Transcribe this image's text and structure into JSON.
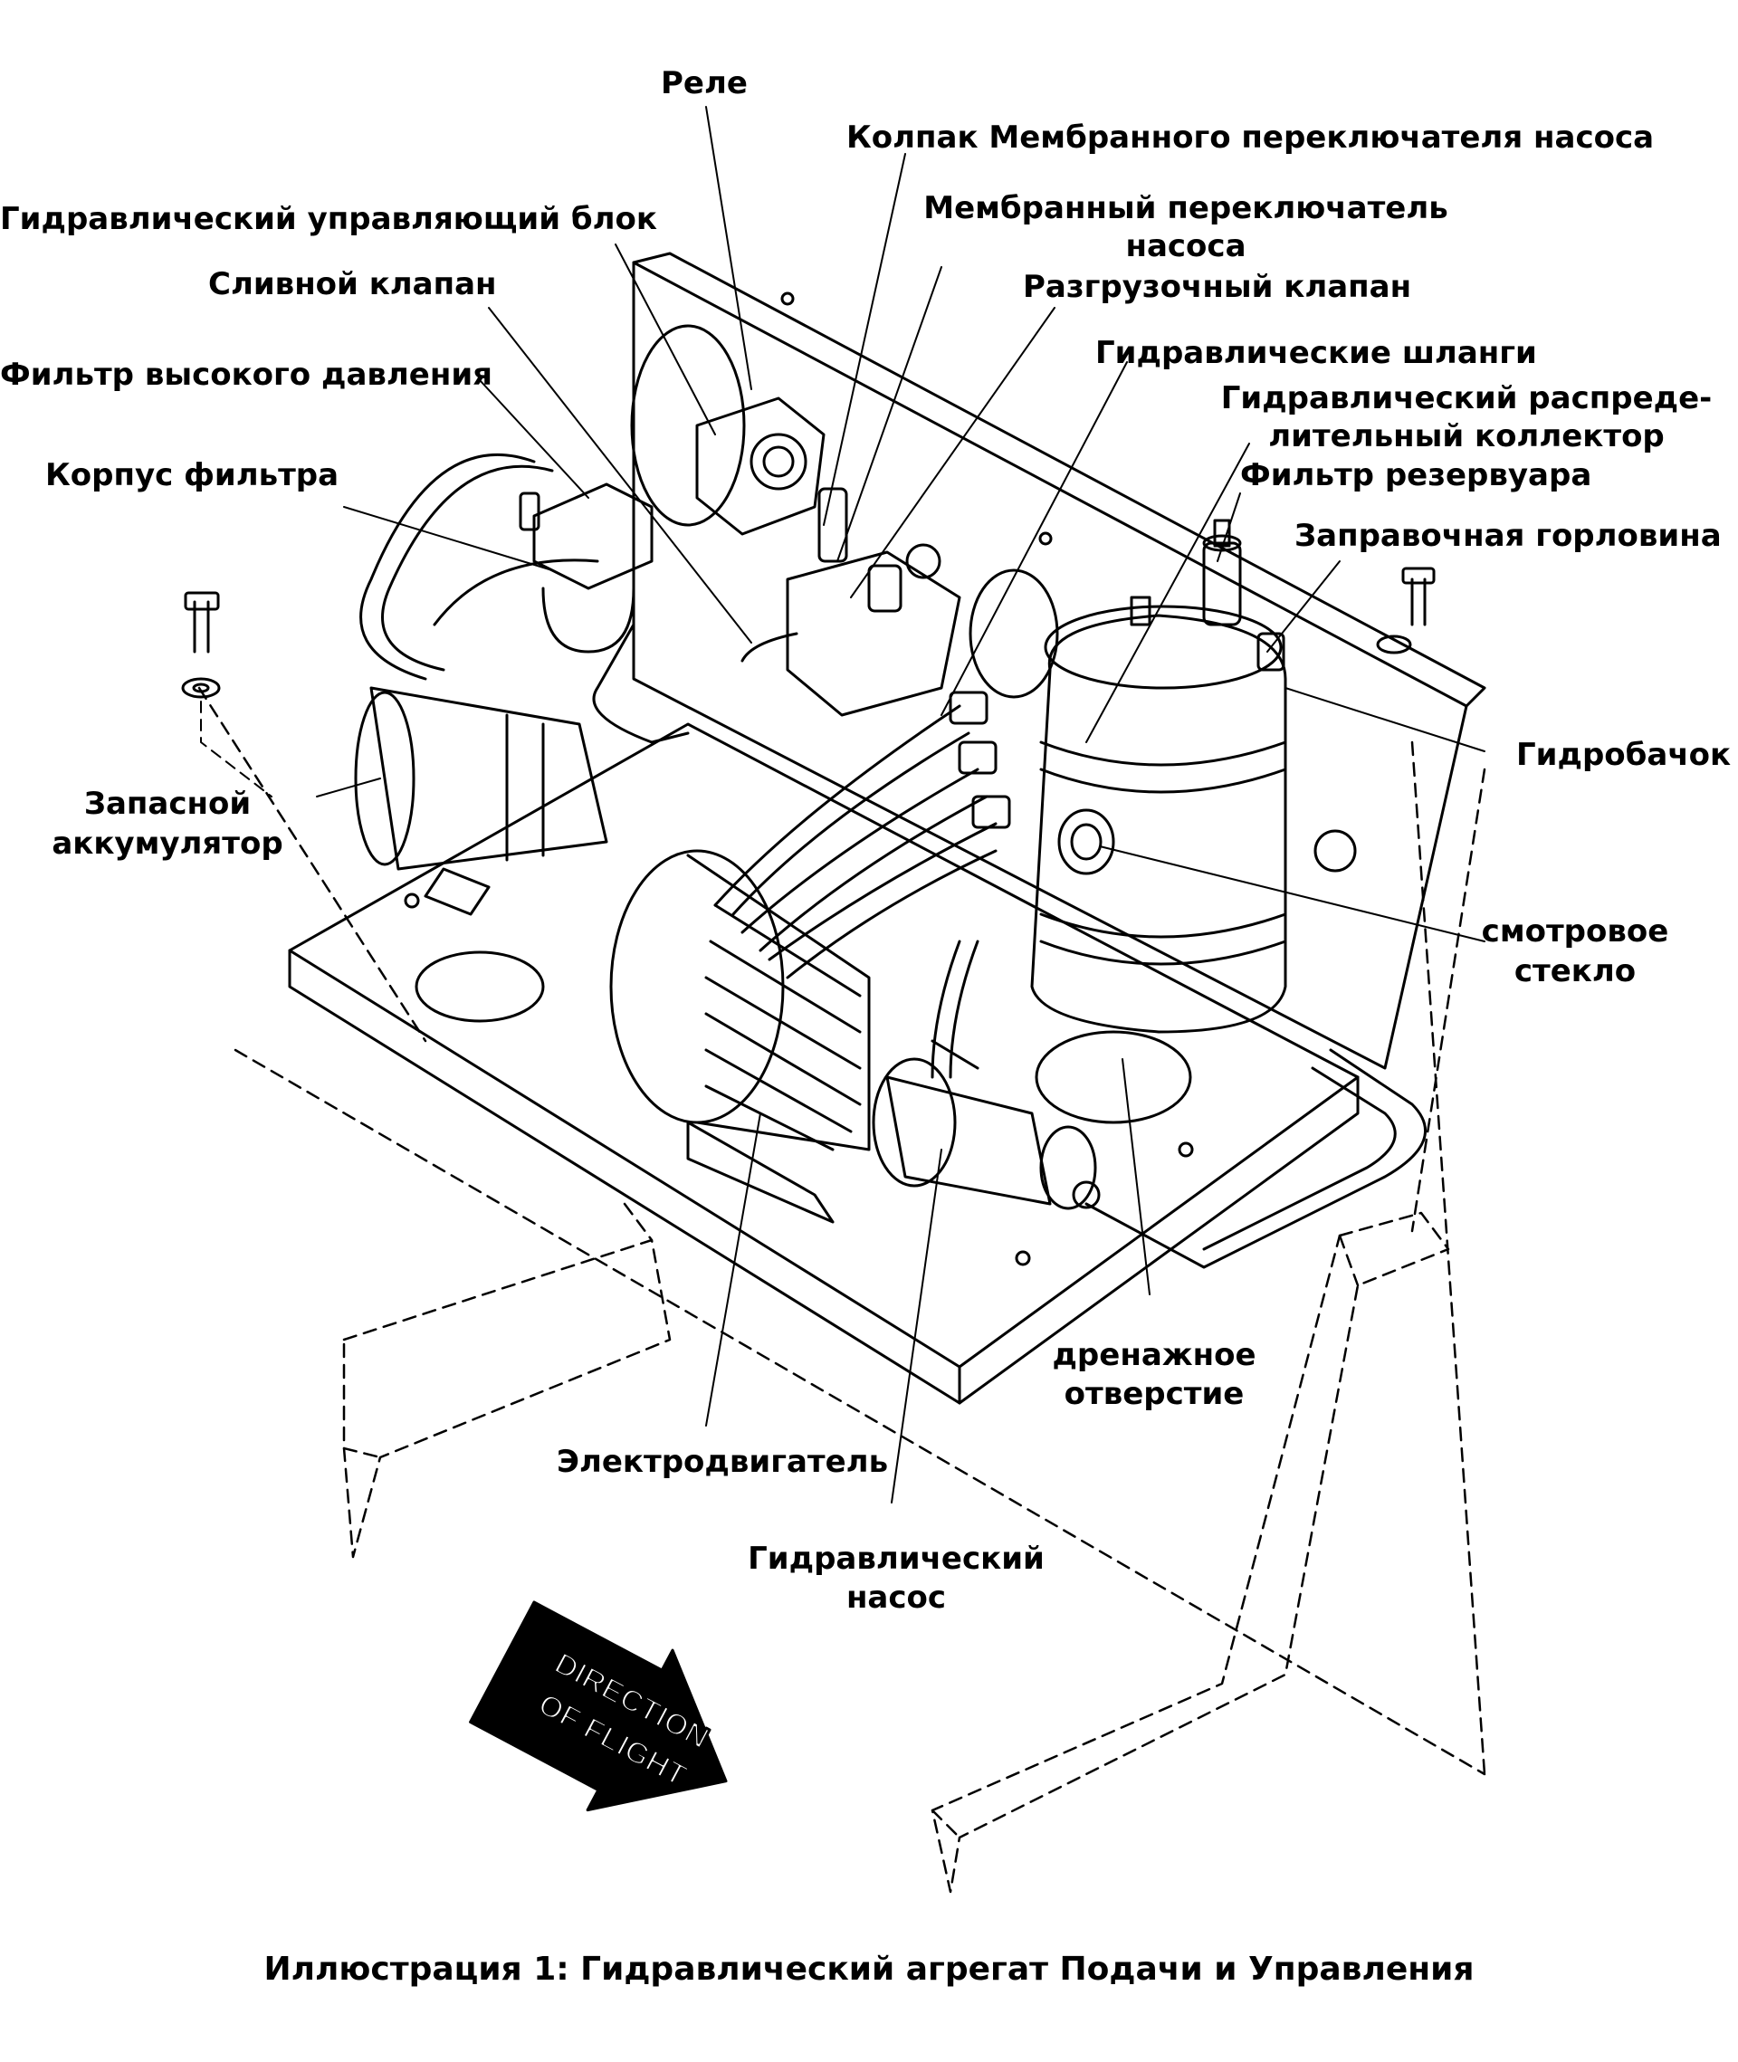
{
  "labels": {
    "rele": "Реле",
    "kolpak": "Колпак Мембранного переключателя насоса",
    "control_block": "Гидравлический управляющий блок",
    "membrane_switch_1": "Мембранный переключатель",
    "membrane_switch_2": "насоса",
    "drain_valve": "Сливной клапан",
    "relief_valve": "Разгрузочный клапан",
    "hp_filter": "Фильтр высокого давления",
    "hoses": "Гидравлические шланги",
    "manifold_1": "Гидравлический распреде-",
    "manifold_2": "лительный коллектор",
    "filter_housing": "Корпус фильтра",
    "reservoir_filter": "Фильтр резервуара",
    "filler_neck": "Заправочная горловина",
    "reservoir": "Гидробачок",
    "accumulator_1": "Запасной",
    "accumulator_2": "аккумулятор",
    "sight_glass_1": "смотровое",
    "sight_glass_2": "стекло",
    "drain_hole_1": "дренажное",
    "drain_hole_2": "отверстие",
    "motor": "Электродвигатель",
    "pump_1": "Гидравлический",
    "pump_2": "насос"
  },
  "direction_marker": {
    "line1": "DIRECTION",
    "line2": "OF FLIGHT"
  },
  "caption": "Иллюстрация 1: Гидравлический агрегат Подачи и Управления"
}
